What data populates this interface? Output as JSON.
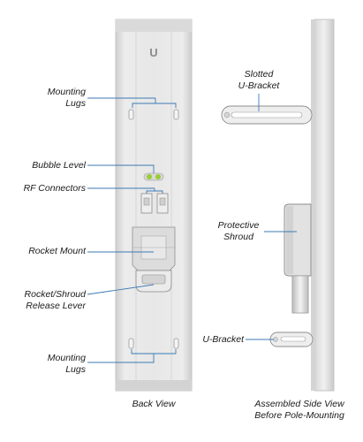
{
  "back_view": {
    "caption": "Back View",
    "logo": "U",
    "labels": {
      "mounting_lugs_top": [
        "Mounting",
        "Lugs"
      ],
      "bubble_level": "Bubble Level",
      "rf_connectors": "RF Connectors",
      "rocket_mount": "Rocket Mount",
      "release_lever": [
        "Rocket/Shroud",
        "Release Lever"
      ],
      "mounting_lugs_bottom": [
        "Mounting",
        "Lugs"
      ]
    }
  },
  "side_view": {
    "caption": [
      "Assembled Side View",
      "Before Pole-Mounting"
    ],
    "labels": {
      "slotted_bracket": [
        "Slotted",
        "U-Bracket"
      ],
      "protective_shroud": [
        "Protective",
        "Shroud"
      ],
      "u_bracket": "U-Bracket"
    }
  },
  "colors": {
    "panel": "#e4e4e4",
    "panel_edge": "#c9c9c9",
    "leader": "#3c7ab3",
    "bubble": "#9acd32"
  }
}
